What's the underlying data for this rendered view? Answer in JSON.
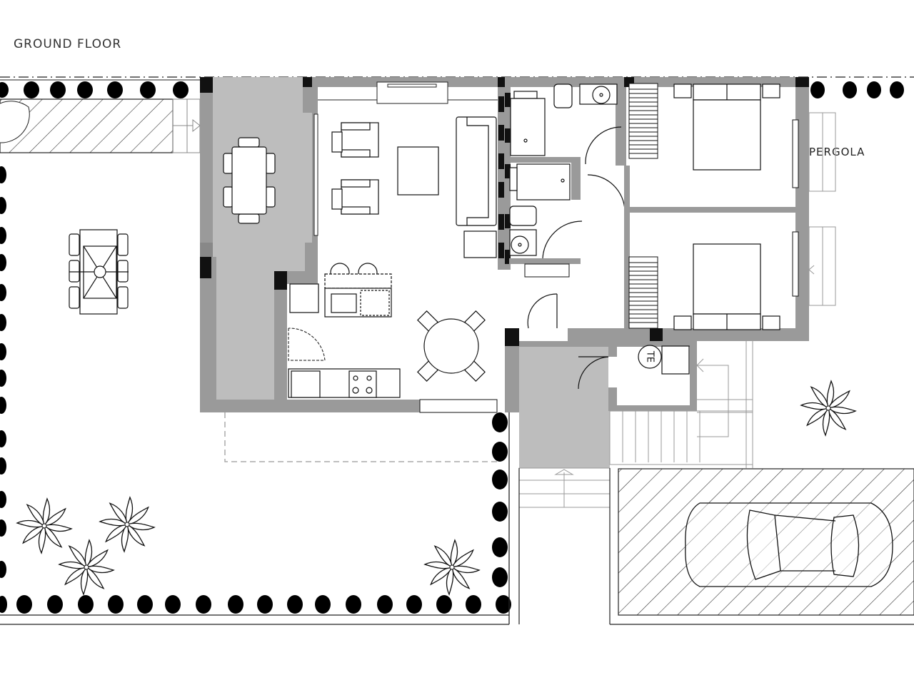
{
  "title": "GROUND FLOOR",
  "labels": {
    "pergola": "PERGOLA",
    "electrical_symbol": "TE"
  },
  "colors": {
    "wall_gray": "#9a9a9a",
    "column_black": "#111111",
    "covered_area": "#bdbdbd",
    "line": "#222222",
    "hatch": "#333333",
    "background": "#ffffff",
    "dashed_outline": "#aaaaaa"
  },
  "rooms": [
    {
      "id": "covered-terrace",
      "type": "terrace",
      "furniture": [
        "dining-table-6-chairs"
      ]
    },
    {
      "id": "living-room",
      "type": "living",
      "furniture": [
        "sofa",
        "armchair",
        "armchair",
        "coffee-table",
        "tv-unit",
        "side-table"
      ]
    },
    {
      "id": "kitchen",
      "type": "kitchen",
      "furniture": [
        "sink",
        "hob",
        "fridge",
        "bar-stools",
        "dishwasher",
        "oven"
      ]
    },
    {
      "id": "dining-area",
      "type": "dining",
      "furniture": [
        "round-table-4-chairs"
      ]
    },
    {
      "id": "bathroom-1",
      "type": "bathroom",
      "furniture": [
        "shower",
        "toilet",
        "basin"
      ]
    },
    {
      "id": "bathroom-2",
      "type": "bathroom",
      "furniture": [
        "shower",
        "toilet",
        "basin"
      ]
    },
    {
      "id": "bedroom-1",
      "type": "bedroom",
      "furniture": [
        "double-bed",
        "nightstands",
        "wardrobe"
      ]
    },
    {
      "id": "bedroom-2",
      "type": "bedroom",
      "furniture": [
        "double-bed",
        "nightstands",
        "wardrobe"
      ]
    },
    {
      "id": "entrance",
      "type": "entrance"
    },
    {
      "id": "utility-room",
      "type": "utility",
      "furniture": [
        "electrical-panel",
        "water-heater"
      ]
    },
    {
      "id": "garden",
      "type": "garden",
      "furniture": [
        "parasol-table-6-chairs",
        "palm-trees"
      ]
    },
    {
      "id": "parking",
      "type": "parking",
      "furniture": [
        "car"
      ]
    },
    {
      "id": "pergola",
      "type": "pergola"
    },
    {
      "id": "staircase",
      "type": "stairs"
    }
  ]
}
